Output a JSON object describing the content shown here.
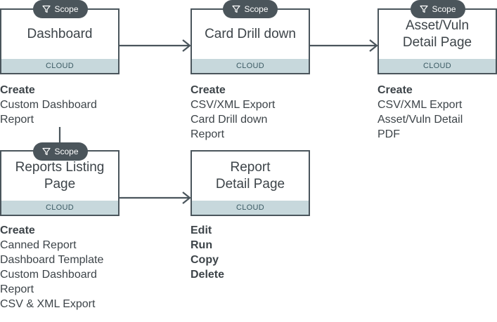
{
  "scope_label": "Scope",
  "band_label": "CLOUD",
  "nodes": {
    "dashboard": {
      "title": [
        "Dashboard"
      ]
    },
    "card_drill_down": {
      "title": [
        "Card Drill down"
      ]
    },
    "asset_vuln": {
      "title": [
        "Asset/Vuln",
        "Detail Page"
      ]
    },
    "reports_listing": {
      "title": [
        "Reports Listing",
        "Page"
      ]
    },
    "report_detail": {
      "title": [
        "Report",
        "Detail Page"
      ]
    }
  },
  "actions": {
    "dashboard": {
      "head": "Create",
      "items": [
        "Custom Dashboard",
        "Report"
      ]
    },
    "card_drill_down": {
      "head": "Create",
      "items": [
        "CSV/XML Export",
        "Card Drill down",
        "Report"
      ]
    },
    "asset_vuln": {
      "head": "Create",
      "items": [
        "CSV/XML Export",
        "Asset/Vuln Detail",
        "PDF"
      ]
    },
    "reports_listing": {
      "head": "Create",
      "items": [
        "Canned Report",
        "Dashboard Template",
        "Custom Dashboard",
        "Report",
        "CSV & XML Export"
      ]
    },
    "report_detail": {
      "items": [
        "Edit",
        "Run",
        "Copy",
        "Delete"
      ]
    }
  },
  "colors": {
    "border": "#4a555c",
    "band": "#c7d8dc",
    "pill": "#4b555b",
    "text": "#3d4449"
  }
}
